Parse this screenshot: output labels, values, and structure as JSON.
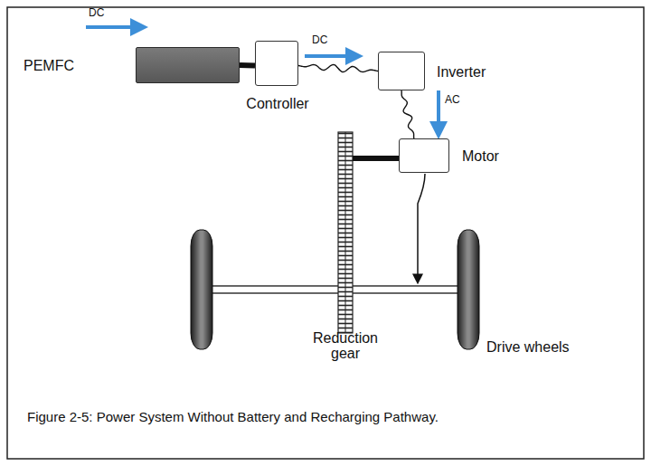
{
  "diagram": {
    "caption": "Figure 2-5: Power System Without Battery and Recharging Pathway.",
    "nodes": [
      {
        "text": [
          "PEMFC"
        ]
      },
      {
        "text": [
          "Controller"
        ]
      },
      {
        "text": [
          "Inverter"
        ]
      },
      {
        "text": [
          "Motor"
        ]
      }
    ],
    "edges": [
      {
        "from": 0,
        "to": 1,
        "arrow": "none"
      },
      {
        "from": 1,
        "to": 2,
        "arrow": "none"
      },
      {
        "from": 2,
        "to": 3,
        "arrow": "none"
      }
    ],
    "labels": [
      "DC",
      "DC",
      "AC",
      "Reduction gear",
      "Drive wheels"
    ]
  }
}
